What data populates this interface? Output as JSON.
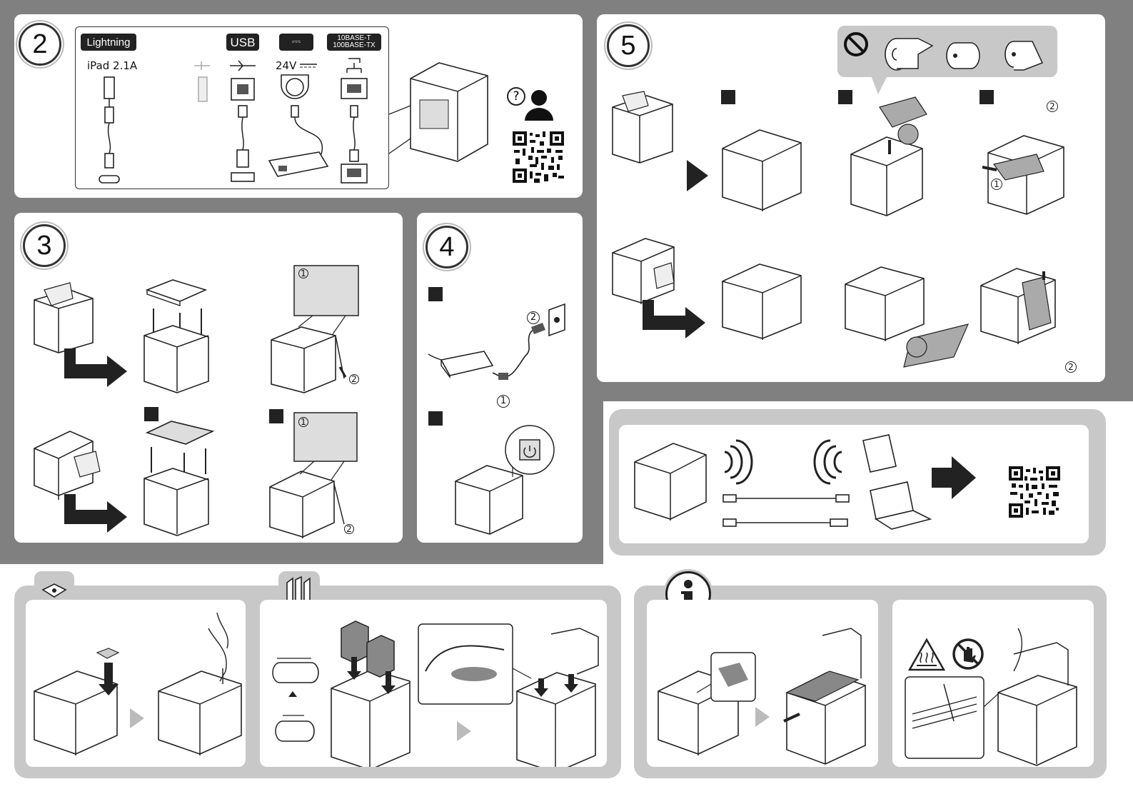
{
  "steps": {
    "s2": "2",
    "s3": "3",
    "s4": "4",
    "s5": "5"
  },
  "connections": {
    "lightning_label": "Lightning",
    "ipad_label": "iPad 2.1A",
    "usb_label": "USB",
    "voltage_label": "24V",
    "ethernet_label_1": "10BASE-T",
    "ethernet_label_2": "100BASE-TX"
  },
  "callouts": {
    "c1": "1",
    "c2": "2"
  },
  "icons": {
    "help": "question-icon",
    "person": "person-icon",
    "prohibited": "prohibited-icon",
    "info": "info-icon",
    "hot": "hot-surface-icon",
    "no_touch": "no-touch-icon"
  },
  "colors": {
    "background_gray": "#808080",
    "panel_white": "#ffffff",
    "frame_light_gray": "#c8c8c8",
    "ink": "#222222"
  }
}
